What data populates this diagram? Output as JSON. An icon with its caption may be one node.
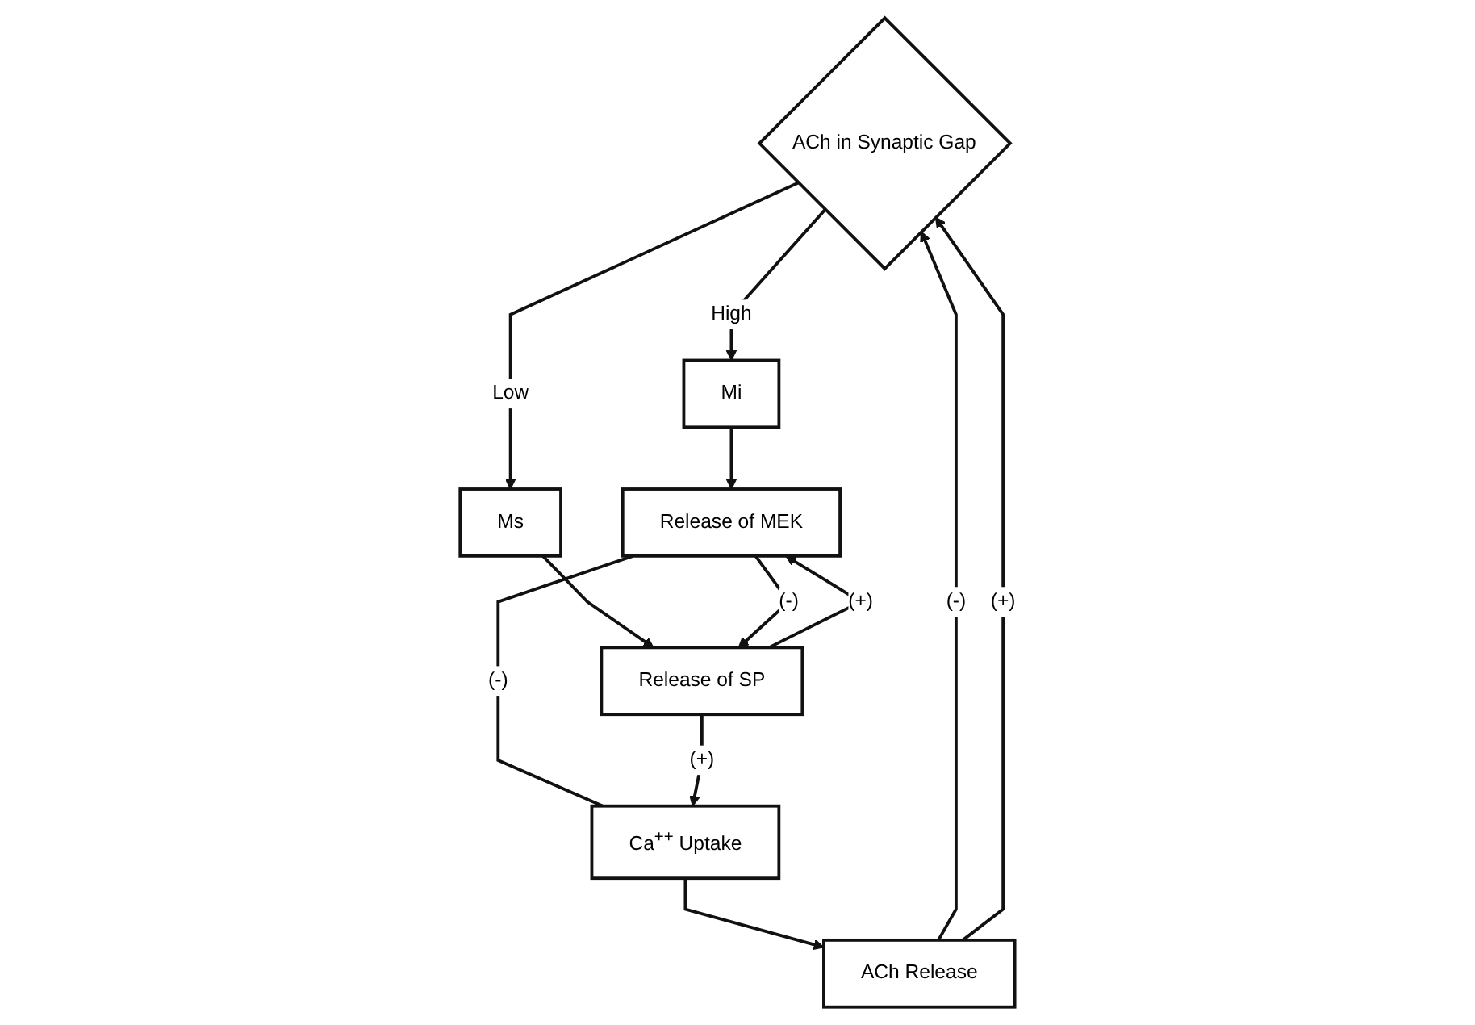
{
  "diagram": {
    "nodes": [
      {
        "text": [
          "ACh in Synaptic Gap"
        ]
      },
      {
        "text": [
          "Mi"
        ]
      },
      {
        "text": [
          "Ms"
        ]
      },
      {
        "text": [
          "Release of MEK"
        ]
      },
      {
        "text": [
          "Release of SP"
        ]
      },
      {
        "text": [
          "Ca$^{++}$ Uptake"
        ]
      },
      {
        "text": [
          "ACh Release"
        ]
      }
    ],
    "edges": [
      {
        "from": 6,
        "to": 0,
        "arrow": "to",
        "label": "(-)"
      },
      {
        "from": 6,
        "to": 0,
        "arrow": "to",
        "label": "(+)"
      },
      {
        "from": 0,
        "to": 1,
        "arrow": "to",
        "label": "High"
      },
      {
        "from": 0,
        "to": 2,
        "arrow": "to",
        "label": "Low"
      },
      {
        "from": 1,
        "to": 3,
        "arrow": "to"
      },
      {
        "from": 2,
        "to": 4,
        "arrow": "to"
      },
      {
        "from": 4,
        "to": 3,
        "arrow": "to",
        "label": "(+)"
      },
      {
        "from": 3,
        "to": 4,
        "arrow": "to",
        "label": "(-)"
      },
      {
        "from": 3,
        "to": 5,
        "arrow": "none",
        "label": "(-)"
      },
      {
        "from": 4,
        "to": 5,
        "arrow": "to",
        "label": "(+)"
      },
      {
        "from": 5,
        "to": 6,
        "arrow": "to"
      }
    ]
  }
}
